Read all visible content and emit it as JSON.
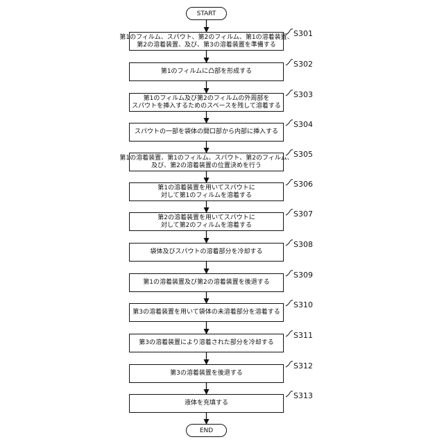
{
  "start": "START",
  "end": "END",
  "steps": [
    {
      "label": "S301",
      "lines": [
        "第1のフィルム、スパウト、第2のフィルム、第1の溶着装置、",
        "第2の溶着装置、及び、第3の溶着装置を準備する"
      ]
    },
    {
      "label": "S302",
      "lines": [
        "第1のフィルムに凸部を形成する"
      ]
    },
    {
      "label": "S303",
      "lines": [
        "第1のフィルム及び第2のフィルムの外周部を",
        "スパウトを挿入するためのスペースを残して溶着する"
      ]
    },
    {
      "label": "S304",
      "lines": [
        "スパウトの一部を袋体の開口部から内部に挿入する"
      ]
    },
    {
      "label": "S305",
      "lines": [
        "第1の溶着装置、第1のフィルム、スパウト、第2のフィルム、",
        "及び、第2の溶着装置の位置決めを行う"
      ]
    },
    {
      "label": "S306",
      "lines": [
        "第1の溶着装置を用いてスパウトに",
        "対して第1のフィルムを溶着する"
      ]
    },
    {
      "label": "S307",
      "lines": [
        "第2の溶着装置を用いてスパウトに",
        "対して第2のフィルムを溶着する"
      ]
    },
    {
      "label": "S308",
      "lines": [
        "袋体及びスパウトの溶着部分を冷却する"
      ]
    },
    {
      "label": "S309",
      "lines": [
        "第1の溶着装置及び第2の溶着装置を後退する"
      ]
    },
    {
      "label": "S310",
      "lines": [
        "第3の溶着装置を用いて袋体の未溶着部分を溶着する"
      ]
    },
    {
      "label": "S311",
      "lines": [
        "第3の溶着装置により溶着された部分を冷却する"
      ]
    },
    {
      "label": "S312",
      "lines": [
        "第3の溶着装置を後退する"
      ]
    },
    {
      "label": "S313",
      "lines": [
        "液体を充填する"
      ]
    }
  ]
}
